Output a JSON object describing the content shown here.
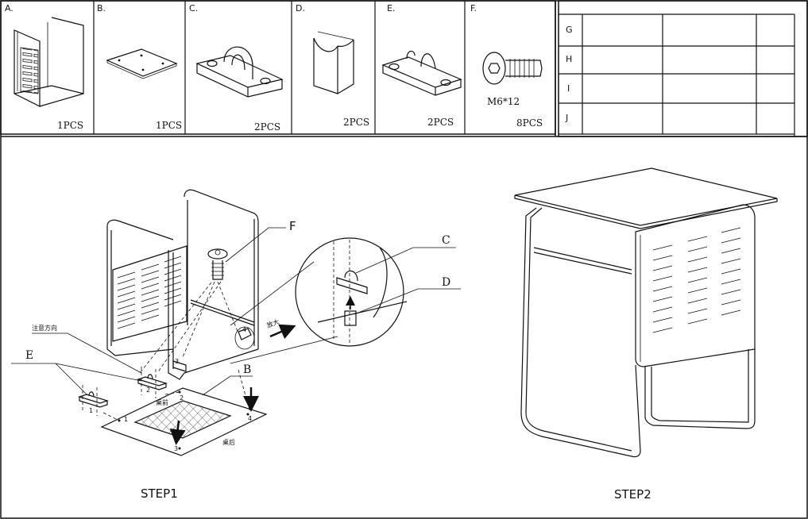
{
  "parts": [
    {
      "letter": "A.",
      "qty": "1PCS",
      "icon": "frame-panel"
    },
    {
      "letter": "B.",
      "qty": "1PCS",
      "icon": "plate"
    },
    {
      "letter": "C.",
      "qty": "2PCS",
      "icon": "clamp-bracket"
    },
    {
      "letter": "D.",
      "qty": "2PCS",
      "icon": "spacer-block"
    },
    {
      "letter": "E.",
      "qty": "2PCS",
      "icon": "half-clamp"
    },
    {
      "letter": "F.",
      "qty": "8PCS",
      "icon": "screw",
      "spec": "M6*12"
    }
  ],
  "extra_rows": [
    "G",
    "H",
    "I",
    "J"
  ],
  "step1": {
    "title": "STEP1",
    "callouts": {
      "F": "F",
      "C": "C",
      "D": "D",
      "E": "E",
      "B": "B"
    },
    "notes": {
      "direction": "注意方向",
      "front": "桌前",
      "back": "桌后",
      "zoom": "放大"
    },
    "hole_numbers": [
      "1",
      "2",
      "3",
      "4"
    ]
  },
  "step2": {
    "title": "STEP2"
  },
  "colors": {
    "line": "#111111",
    "background": "#ffffff"
  }
}
